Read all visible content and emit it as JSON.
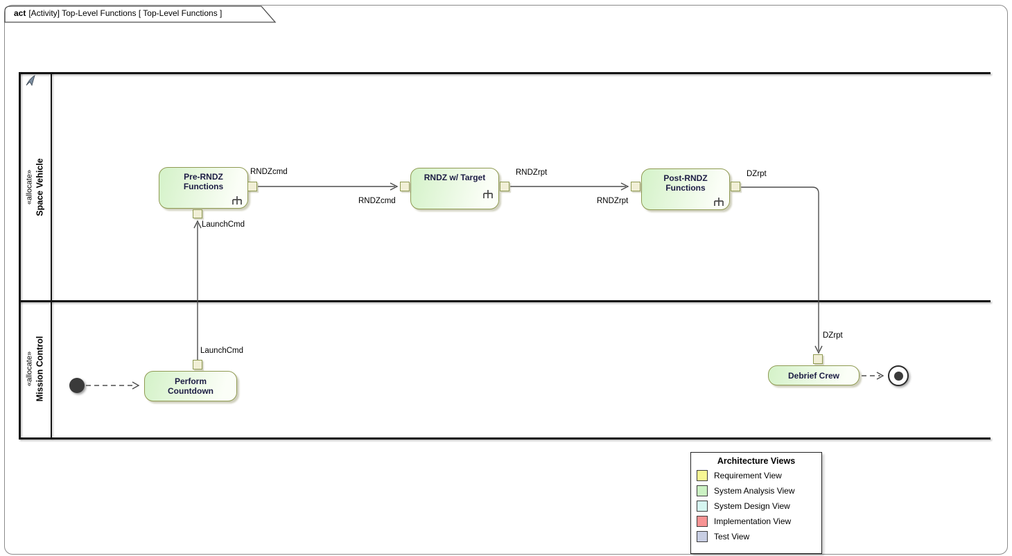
{
  "tab": {
    "keyword": "act",
    "rest": "[Activity] Top-Level Functions [ Top-Level Functions ]"
  },
  "lanes": [
    {
      "stereotype": "«allocate»",
      "name": "Space Vehicle"
    },
    {
      "stereotype": "«allocate»",
      "name": "Mission Control"
    }
  ],
  "actions": [
    {
      "label": "Pre-RNDZ Functions"
    },
    {
      "label": "RNDZ w/ Target"
    },
    {
      "label": "Post-RNDZ Functions"
    },
    {
      "label": "Perform Countdown"
    },
    {
      "label": "Debrief Crew"
    }
  ],
  "flow_labels": {
    "rndzcmd_out": "RNDZcmd",
    "rndzcmd_in": "RNDZcmd",
    "rndzrpt_out": "RNDZrpt",
    "rndzrpt_in": "RNDZrpt",
    "dzrpt_out": "DZrpt",
    "dzrpt_in": "DZrpt",
    "launchcmd_out": "LaunchCmd",
    "launchcmd_in": "LaunchCmd"
  },
  "legend": {
    "title": "Architecture Views",
    "items": [
      {
        "label": "Requirement View",
        "color": "#f7f794"
      },
      {
        "label": "System Analysis View",
        "color": "#cbf1c3"
      },
      {
        "label": "System Design View",
        "color": "#d5f6f1"
      },
      {
        "label": "Implementation View",
        "color": "#f79393"
      },
      {
        "label": "Test View",
        "color": "#c8cee3"
      }
    ]
  },
  "colors": {
    "action_border": "#8f9a52",
    "action_fill_start": "#d4f2c8",
    "action_fill_end": "#fbfef7",
    "pin_fill": "#f1efd6",
    "connector": "#4d4d4d",
    "lane_line": "#141414"
  }
}
